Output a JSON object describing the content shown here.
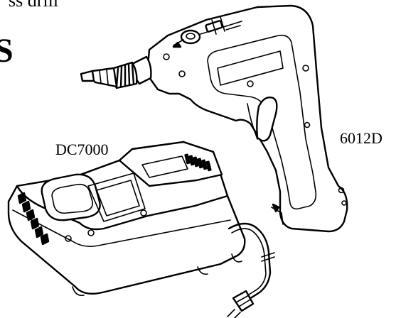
{
  "heading": {
    "line1": "ss drill",
    "line2": "S"
  },
  "labels": {
    "drill_model": "6012D",
    "charger_model": "DC7000"
  }
}
